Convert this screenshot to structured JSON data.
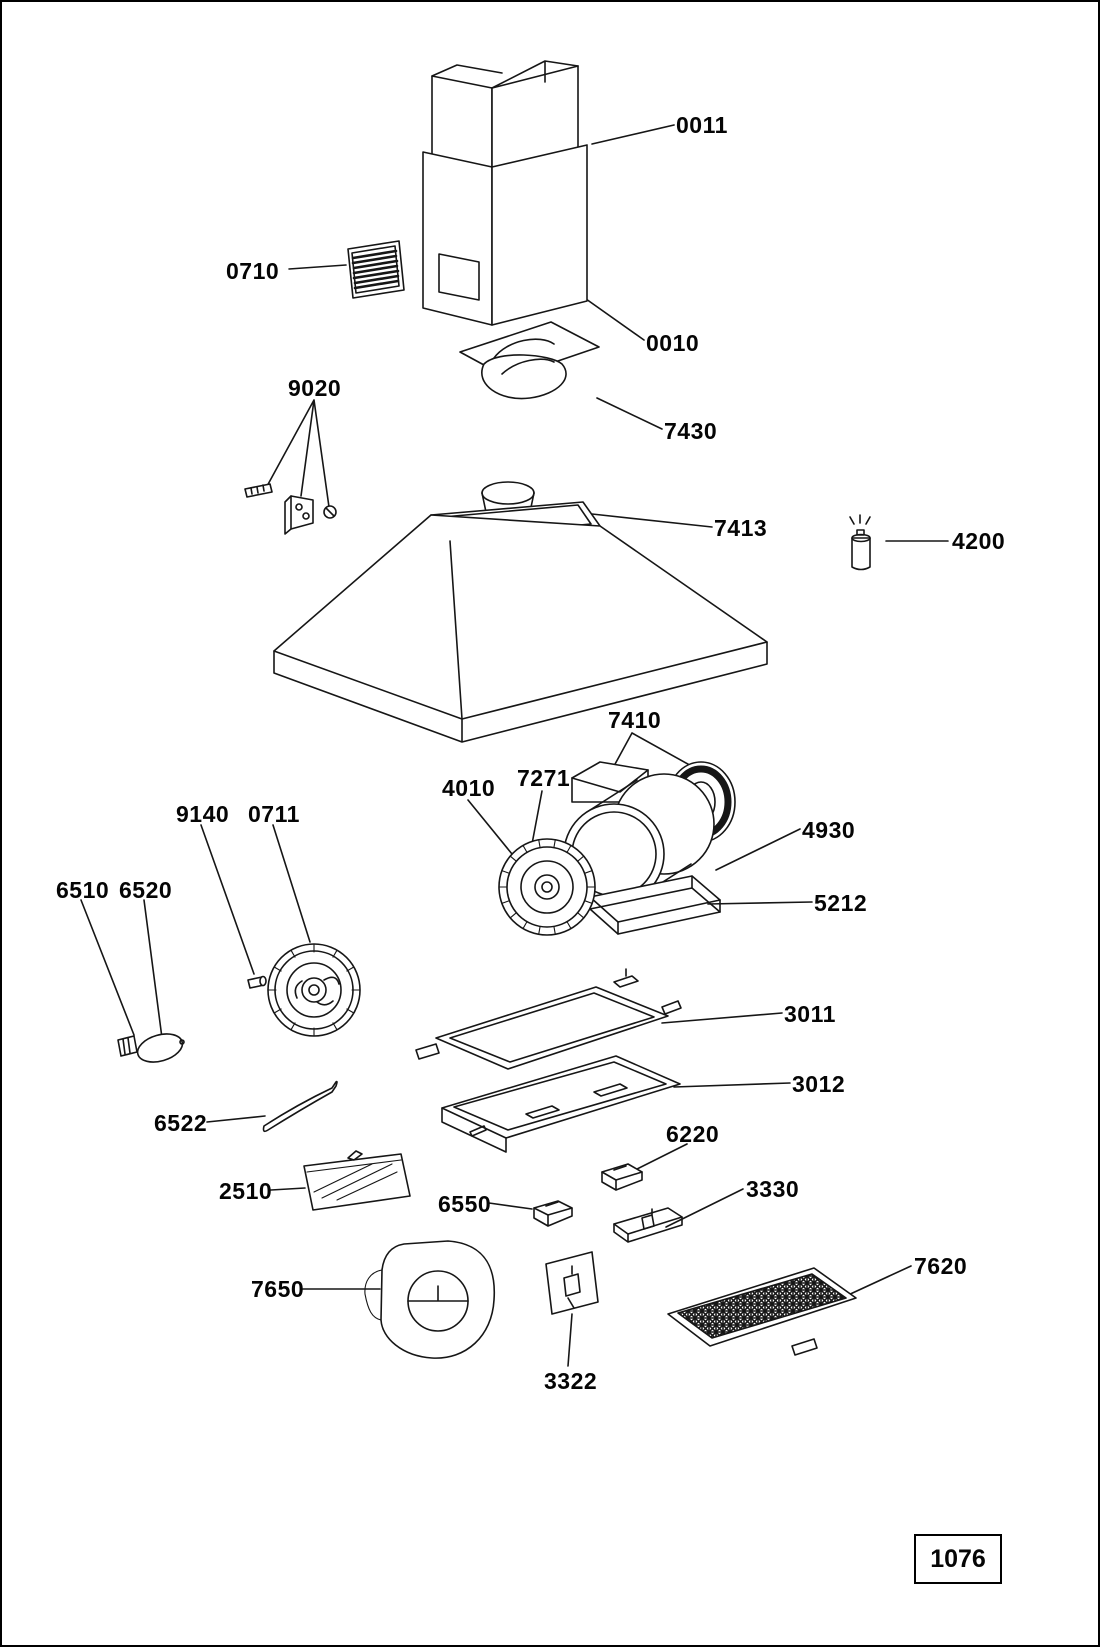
{
  "page": {
    "number": "1076"
  },
  "parts": {
    "p0011": "0011",
    "p0710": "0710",
    "p0010": "0010",
    "p9020": "9020",
    "p7430": "7430",
    "p7413": "7413",
    "p4200": "4200",
    "p7410": "7410",
    "p4010": "4010",
    "p7271": "7271",
    "p4930": "4930",
    "p5212": "5212",
    "p9140": "9140",
    "p0711": "0711",
    "p6510": "6510",
    "p6520": "6520",
    "p3011": "3011",
    "p3012": "3012",
    "p6522": "6522",
    "p6220": "6220",
    "p2510": "2510",
    "p6550": "6550",
    "p3330": "3330",
    "p7650": "7650",
    "p7620": "7620",
    "p3322": "3322"
  }
}
